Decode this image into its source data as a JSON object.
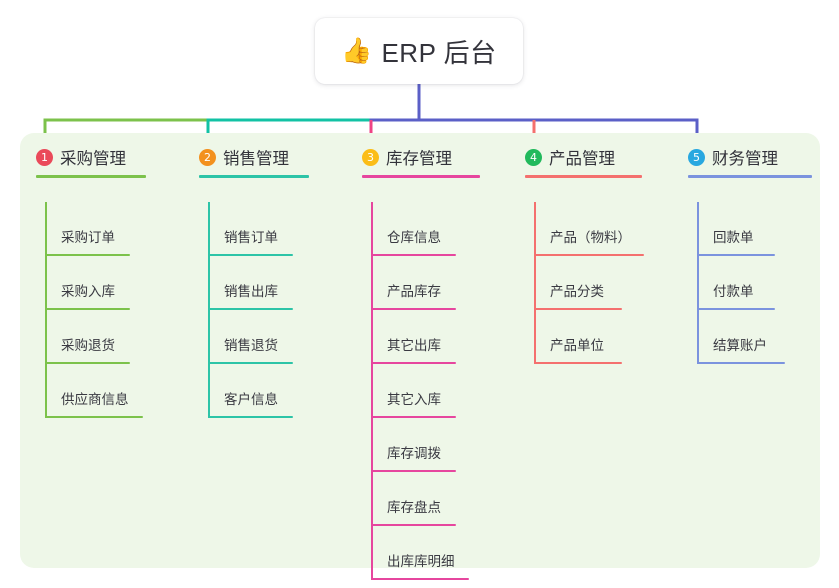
{
  "root": {
    "icon": "thumbs-up-icon",
    "icon_glyph": "👍",
    "title": "ERP 后台"
  },
  "panel": {
    "background_color": "#eef7e8"
  },
  "trunk": {
    "color": "#5b5fc7"
  },
  "branches": [
    {
      "number": "1",
      "title": "采购管理",
      "badge_color": "#ea4a5a",
      "line_color": "#7cc24b",
      "connector_color": "#7cc24b",
      "header_rule_width": 110,
      "items": [
        {
          "label": "采购订单",
          "rule_width": 85
        },
        {
          "label": "采购入库",
          "rule_width": 85
        },
        {
          "label": "采购退货",
          "rule_width": 85
        },
        {
          "label": "供应商信息",
          "rule_width": 98
        }
      ]
    },
    {
      "number": "2",
      "title": "销售管理",
      "badge_color": "#f3911e",
      "line_color": "#2dc4a7",
      "connector_color": "#12c2a4",
      "header_rule_width": 110,
      "items": [
        {
          "label": "销售订单",
          "rule_width": 85
        },
        {
          "label": "销售出库",
          "rule_width": 85
        },
        {
          "label": "销售退货",
          "rule_width": 85
        },
        {
          "label": "客户信息",
          "rule_width": 85
        }
      ]
    },
    {
      "number": "3",
      "title": "库存管理",
      "badge_color": "#fbbd17",
      "line_color": "#e6469e",
      "connector_color": "#ef4285",
      "header_rule_width": 118,
      "items": [
        {
          "label": "仓库信息",
          "rule_width": 85
        },
        {
          "label": "产品库存",
          "rule_width": 85
        },
        {
          "label": "其它出库",
          "rule_width": 85
        },
        {
          "label": "其它入库",
          "rule_width": 85
        },
        {
          "label": "库存调拨",
          "rule_width": 85
        },
        {
          "label": "库存盘点",
          "rule_width": 85
        },
        {
          "label": "出库库明细",
          "rule_width": 98
        }
      ]
    },
    {
      "number": "4",
      "title": "产品管理",
      "badge_color": "#21b95c",
      "line_color": "#f4706e",
      "connector_color": "#f4706e",
      "header_rule_width": 117,
      "items": [
        {
          "label": "产品（物料）",
          "rule_width": 110
        },
        {
          "label": "产品分类",
          "rule_width": 88
        },
        {
          "label": "产品单位",
          "rule_width": 88
        }
      ]
    },
    {
      "number": "5",
      "title": "财务管理",
      "badge_color": "#29a8e0",
      "line_color": "#7b93de",
      "connector_color": "#5b5fc7",
      "header_rule_width": 124,
      "items": [
        {
          "label": "回款单",
          "rule_width": 78
        },
        {
          "label": "付款单",
          "rule_width": 78
        },
        {
          "label": "结算账户",
          "rule_width": 88
        }
      ]
    }
  ]
}
